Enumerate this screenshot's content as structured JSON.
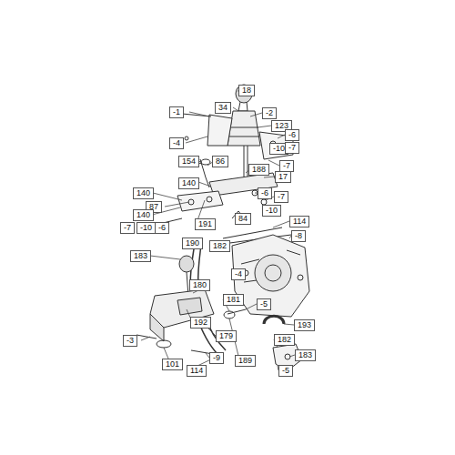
{
  "diagram": {
    "labels": [
      "18",
      "34",
      "-1",
      "-2",
      "123",
      "-6",
      "-4",
      "-10",
      "-7",
      "-7",
      "154",
      "86",
      "188",
      "17",
      "140",
      "140",
      "-6",
      "-7",
      "87",
      "-10",
      "140",
      "84",
      "114",
      "191",
      "-7",
      "-10",
      "-6",
      "-8",
      "190",
      "182",
      "183",
      "-4",
      "180",
      "181",
      "-5",
      "192",
      "193",
      "-3",
      "179",
      "182",
      "183",
      "-9",
      "101",
      "114",
      "189",
      "-5"
    ]
  }
}
